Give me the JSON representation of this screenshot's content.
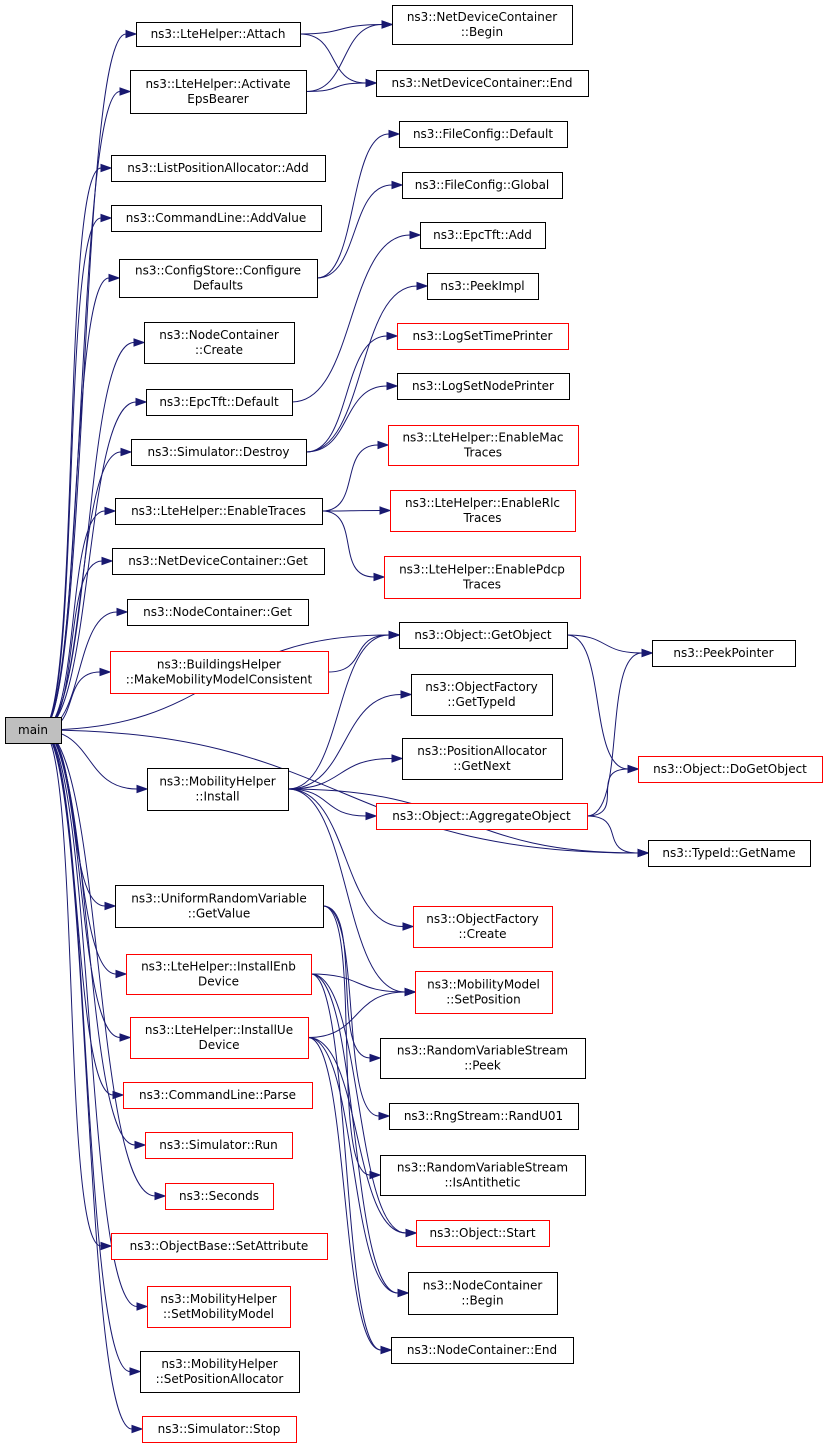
{
  "graph": {
    "root": {
      "id": "main",
      "lines": [
        "main"
      ],
      "style": "root"
    },
    "nodes": [
      {
        "id": "lte_attach",
        "lines": [
          "ns3::LteHelper::Attach"
        ],
        "style": "black"
      },
      {
        "id": "ndc_begin",
        "lines": [
          "ns3::NetDeviceContainer",
          "::Begin"
        ],
        "style": "black"
      },
      {
        "id": "lte_activate",
        "lines": [
          "ns3::LteHelper::Activate",
          "EpsBearer"
        ],
        "style": "black"
      },
      {
        "id": "ndc_end",
        "lines": [
          "ns3::NetDeviceContainer::End"
        ],
        "style": "black"
      },
      {
        "id": "fc_default",
        "lines": [
          "ns3::FileConfig::Default"
        ],
        "style": "black"
      },
      {
        "id": "lpa_add",
        "lines": [
          "ns3::ListPositionAllocator::Add"
        ],
        "style": "black"
      },
      {
        "id": "fc_global",
        "lines": [
          "ns3::FileConfig::Global"
        ],
        "style": "black"
      },
      {
        "id": "cl_addvalue",
        "lines": [
          "ns3::CommandLine::AddValue"
        ],
        "style": "black"
      },
      {
        "id": "epctft_add",
        "lines": [
          "ns3::EpcTft::Add"
        ],
        "style": "black"
      },
      {
        "id": "cs_configure",
        "lines": [
          "ns3::ConfigStore::Configure",
          "Defaults"
        ],
        "style": "black"
      },
      {
        "id": "peekimpl",
        "lines": [
          "ns3::PeekImpl"
        ],
        "style": "black"
      },
      {
        "id": "nc_create",
        "lines": [
          "ns3::NodeContainer",
          "::Create"
        ],
        "style": "black"
      },
      {
        "id": "log_time",
        "lines": [
          "ns3::LogSetTimePrinter"
        ],
        "style": "red"
      },
      {
        "id": "log_node",
        "lines": [
          "ns3::LogSetNodePrinter"
        ],
        "style": "black"
      },
      {
        "id": "epctft_default",
        "lines": [
          "ns3::EpcTft::Default"
        ],
        "style": "black"
      },
      {
        "id": "sim_destroy",
        "lines": [
          "ns3::Simulator::Destroy"
        ],
        "style": "black"
      },
      {
        "id": "lte_mac",
        "lines": [
          "ns3::LteHelper::EnableMac",
          "Traces"
        ],
        "style": "red"
      },
      {
        "id": "lte_traces",
        "lines": [
          "ns3::LteHelper::EnableTraces"
        ],
        "style": "black"
      },
      {
        "id": "lte_rlc",
        "lines": [
          "ns3::LteHelper::EnableRlc",
          "Traces"
        ],
        "style": "red"
      },
      {
        "id": "ndc_get",
        "lines": [
          "ns3::NetDeviceContainer::Get"
        ],
        "style": "black"
      },
      {
        "id": "lte_pdcp",
        "lines": [
          "ns3::LteHelper::EnablePdcp",
          "Traces"
        ],
        "style": "red"
      },
      {
        "id": "nc_get",
        "lines": [
          "ns3::NodeContainer::Get"
        ],
        "style": "black"
      },
      {
        "id": "obj_getobject",
        "lines": [
          "ns3::Object::GetObject"
        ],
        "style": "black"
      },
      {
        "id": "peekpointer",
        "lines": [
          "ns3::PeekPointer"
        ],
        "style": "black"
      },
      {
        "id": "bh_make",
        "lines": [
          "ns3::BuildingsHelper",
          "::MakeMobilityModelConsistent"
        ],
        "style": "red"
      },
      {
        "id": "of_gettypeid",
        "lines": [
          "ns3::ObjectFactory",
          "::GetTypeId"
        ],
        "style": "black"
      },
      {
        "id": "pa_getnext",
        "lines": [
          "ns3::PositionAllocator",
          "::GetNext"
        ],
        "style": "black"
      },
      {
        "id": "mh_install",
        "lines": [
          "ns3::MobilityHelper",
          "::Install"
        ],
        "style": "black"
      },
      {
        "id": "obj_dogetobject",
        "lines": [
          "ns3::Object::DoGetObject"
        ],
        "style": "red"
      },
      {
        "id": "obj_aggregate",
        "lines": [
          "ns3::Object::AggregateObject"
        ],
        "style": "red"
      },
      {
        "id": "typeid_getname",
        "lines": [
          "ns3::TypeId::GetName"
        ],
        "style": "black"
      },
      {
        "id": "urv_getvalue",
        "lines": [
          "ns3::UniformRandomVariable",
          "::GetValue"
        ],
        "style": "black"
      },
      {
        "id": "of_create",
        "lines": [
          "ns3::ObjectFactory",
          "::Create"
        ],
        "style": "red"
      },
      {
        "id": "lte_enb",
        "lines": [
          "ns3::LteHelper::InstallEnb",
          "Device"
        ],
        "style": "red"
      },
      {
        "id": "mm_setposition",
        "lines": [
          "ns3::MobilityModel",
          "::SetPosition"
        ],
        "style": "red"
      },
      {
        "id": "lte_ue",
        "lines": [
          "ns3::LteHelper::InstallUe",
          "Device"
        ],
        "style": "red"
      },
      {
        "id": "rvs_peek",
        "lines": [
          "ns3::RandomVariableStream",
          "::Peek"
        ],
        "style": "black"
      },
      {
        "id": "cl_parse",
        "lines": [
          "ns3::CommandLine::Parse"
        ],
        "style": "red"
      },
      {
        "id": "rng_randu01",
        "lines": [
          "ns3::RngStream::RandU01"
        ],
        "style": "black"
      },
      {
        "id": "sim_run",
        "lines": [
          "ns3::Simulator::Run"
        ],
        "style": "red"
      },
      {
        "id": "rvs_isanti",
        "lines": [
          "ns3::RandomVariableStream",
          "::IsAntithetic"
        ],
        "style": "black"
      },
      {
        "id": "seconds",
        "lines": [
          "ns3::Seconds"
        ],
        "style": "red"
      },
      {
        "id": "obj_start",
        "lines": [
          "ns3::Object::Start"
        ],
        "style": "red"
      },
      {
        "id": "ob_setattr",
        "lines": [
          "ns3::ObjectBase::SetAttribute"
        ],
        "style": "red"
      },
      {
        "id": "nc_begin",
        "lines": [
          "ns3::NodeContainer",
          "::Begin"
        ],
        "style": "black"
      },
      {
        "id": "mh_setmm",
        "lines": [
          "ns3::MobilityHelper",
          "::SetMobilityModel"
        ],
        "style": "red"
      },
      {
        "id": "nc_end",
        "lines": [
          "ns3::NodeContainer::End"
        ],
        "style": "black"
      },
      {
        "id": "mh_setpa",
        "lines": [
          "ns3::MobilityHelper",
          "::SetPositionAllocator"
        ],
        "style": "black"
      },
      {
        "id": "sim_stop",
        "lines": [
          "ns3::Simulator::Stop"
        ],
        "style": "red"
      }
    ],
    "edges": [
      [
        "main",
        "lte_attach"
      ],
      [
        "main",
        "lte_activate"
      ],
      [
        "main",
        "lpa_add"
      ],
      [
        "main",
        "cl_addvalue"
      ],
      [
        "main",
        "cs_configure"
      ],
      [
        "main",
        "nc_create"
      ],
      [
        "main",
        "epctft_default"
      ],
      [
        "main",
        "sim_destroy"
      ],
      [
        "main",
        "lte_traces"
      ],
      [
        "main",
        "ndc_get"
      ],
      [
        "main",
        "nc_get"
      ],
      [
        "main",
        "bh_make"
      ],
      [
        "main",
        "obj_getobject"
      ],
      [
        "main",
        "mh_install"
      ],
      [
        "main",
        "urv_getvalue"
      ],
      [
        "main",
        "lte_enb"
      ],
      [
        "main",
        "lte_ue"
      ],
      [
        "main",
        "cl_parse"
      ],
      [
        "main",
        "sim_run"
      ],
      [
        "main",
        "seconds"
      ],
      [
        "main",
        "ob_setattr"
      ],
      [
        "main",
        "mh_setmm"
      ],
      [
        "main",
        "mh_setpa"
      ],
      [
        "main",
        "sim_stop"
      ],
      [
        "main",
        "typeid_getname"
      ],
      [
        "lte_attach",
        "ndc_begin"
      ],
      [
        "lte_attach",
        "ndc_end"
      ],
      [
        "lte_activate",
        "ndc_begin"
      ],
      [
        "lte_activate",
        "ndc_end"
      ],
      [
        "cs_configure",
        "fc_default"
      ],
      [
        "cs_configure",
        "fc_global"
      ],
      [
        "epctft_default",
        "epctft_add"
      ],
      [
        "sim_destroy",
        "peekimpl"
      ],
      [
        "sim_destroy",
        "log_time"
      ],
      [
        "sim_destroy",
        "log_node"
      ],
      [
        "lte_traces",
        "lte_mac"
      ],
      [
        "lte_traces",
        "lte_rlc"
      ],
      [
        "lte_traces",
        "lte_pdcp"
      ],
      [
        "bh_make",
        "obj_getobject"
      ],
      [
        "obj_getobject",
        "peekpointer"
      ],
      [
        "obj_getobject",
        "obj_dogetobject"
      ],
      [
        "mh_install",
        "obj_getobject"
      ],
      [
        "mh_install",
        "of_gettypeid"
      ],
      [
        "mh_install",
        "pa_getnext"
      ],
      [
        "mh_install",
        "obj_aggregate"
      ],
      [
        "mh_install",
        "typeid_getname"
      ],
      [
        "mh_install",
        "of_create"
      ],
      [
        "mh_install",
        "mm_setposition"
      ],
      [
        "obj_aggregate",
        "peekpointer"
      ],
      [
        "obj_aggregate",
        "obj_dogetobject"
      ],
      [
        "obj_aggregate",
        "typeid_getname"
      ],
      [
        "urv_getvalue",
        "rvs_peek"
      ],
      [
        "urv_getvalue",
        "rng_randu01"
      ],
      [
        "urv_getvalue",
        "rvs_isanti"
      ],
      [
        "lte_enb",
        "mm_setposition"
      ],
      [
        "lte_enb",
        "obj_start"
      ],
      [
        "lte_enb",
        "nc_begin"
      ],
      [
        "lte_enb",
        "nc_end"
      ],
      [
        "lte_ue",
        "mm_setposition"
      ],
      [
        "lte_ue",
        "obj_start"
      ],
      [
        "lte_ue",
        "nc_begin"
      ],
      [
        "lte_ue",
        "nc_end"
      ]
    ]
  }
}
